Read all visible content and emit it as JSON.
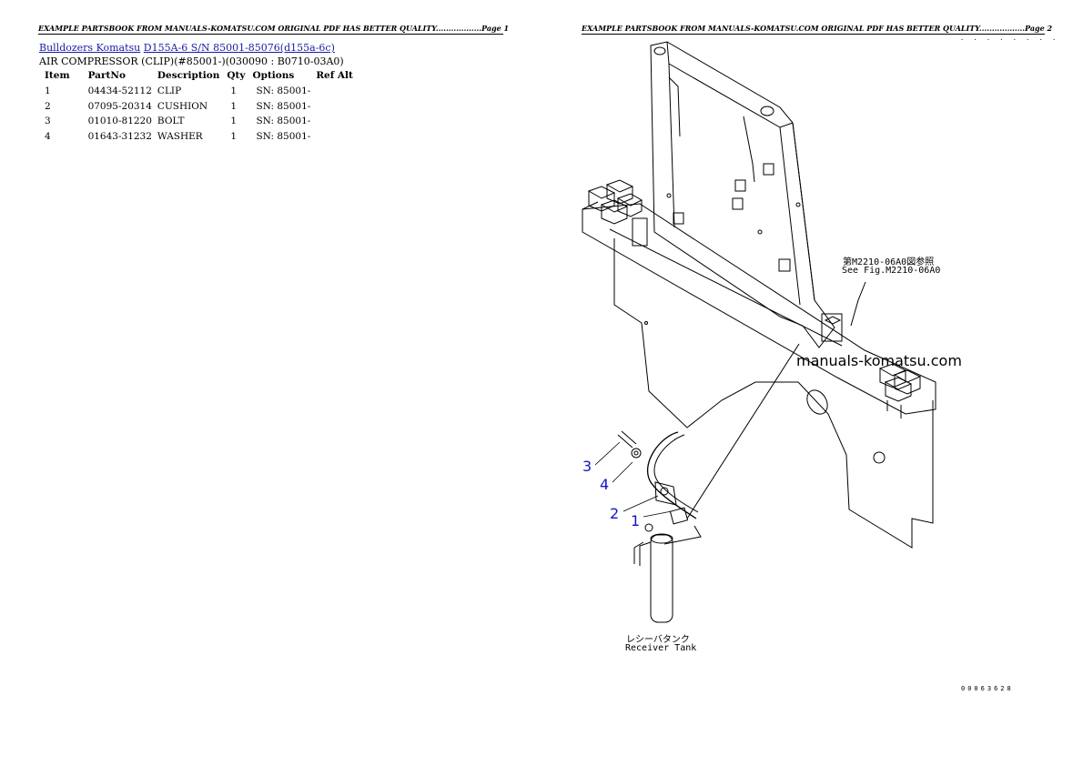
{
  "page1": {
    "header": "EXAMPLE PARTSBOOK FROM MANUALS-KOMATSU.COM ORIGINAL PDF HAS BETTER QUALITY..................Page 1",
    "breadcrumb": {
      "link1": "Bulldozers Komatsu",
      "link2": "D155A-6 S/N 85001-85076(d155a-6c)"
    },
    "subtitle": "AIR COMPRESSOR (CLIP)(#85001-)(030090 : B0710-03A0)",
    "table": {
      "headers": [
        "Item",
        "PartNo",
        "Description",
        "Qty",
        "Options",
        "Ref Alt"
      ],
      "rows": [
        [
          "1",
          "04434-52112",
          "CLIP",
          "1",
          "SN: 85001-",
          ""
        ],
        [
          "2",
          "07095-20314",
          "CUSHION",
          "1",
          "SN: 85001-",
          ""
        ],
        [
          "3",
          "01010-81220",
          "BOLT",
          "1",
          "SN: 85001-",
          ""
        ],
        [
          "4",
          "01643-31232",
          "WASHER",
          "1",
          "SN: 85001-",
          ""
        ]
      ]
    }
  },
  "page2": {
    "header": "EXAMPLE PARTSBOOK FROM MANUALS-KOMATSU.COM ORIGINAL PDF HAS BETTER QUALITY..................Page 2",
    "drawing": {
      "ref_jp": "第M2210-06A0図参照",
      "ref_en": "See Fig.M2210-06A0",
      "watermark": "manuals-komatsu.com",
      "tank_jp": "レシーバタンク",
      "tank_en": "Receiver Tank",
      "callouts": [
        "3",
        "4",
        "2",
        "1"
      ],
      "top_dots": ". . . . . . . .",
      "serial": "00063628",
      "callout_color": "#1414c8"
    }
  }
}
